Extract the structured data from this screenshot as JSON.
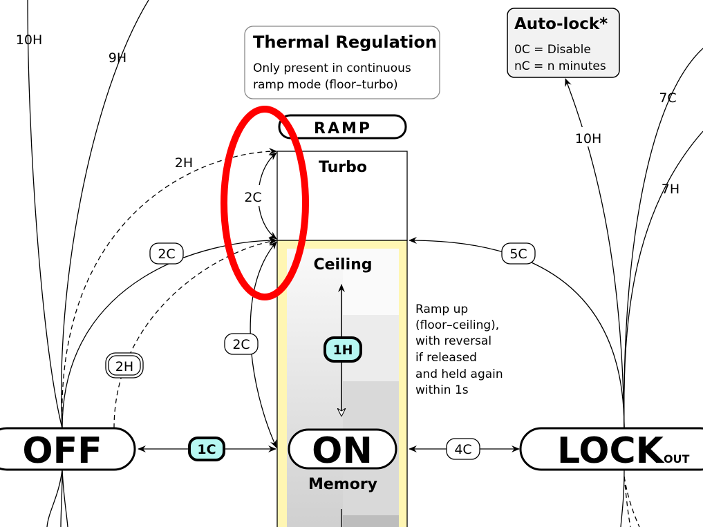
{
  "colors": {
    "highlight": "#b6f7f2",
    "ramp_band": "#fff6b3",
    "annotation": "#ff0000"
  },
  "thermal": {
    "title": "Thermal Regulation",
    "line1": "Only present in continuous",
    "line2": "ramp mode (floor–turbo)"
  },
  "autolock": {
    "title": "Auto-lock*",
    "line1": "0C = Disable",
    "line2": "nC = n minutes"
  },
  "ramp": {
    "label": "RAMP",
    "turbo": "Turbo",
    "ceiling": "Ceiling",
    "memory": "Memory",
    "note": [
      "Ramp up",
      "(floor–ceiling),",
      "with reversal",
      "if released",
      "and held again",
      "within 1s"
    ]
  },
  "states": {
    "off": "OFF",
    "on": "ON",
    "lock": "LOCK",
    "lock_sub": "OUT"
  },
  "actions": {
    "off_10h": "10H",
    "off_9h": "9H",
    "off_to_turbo": "2H",
    "off_to_ceiling_2c": "2C",
    "off_to_ceiling_2h": "2H",
    "on_to_ceiling": "2C",
    "ceiling_turbo": "2C",
    "off_on": "1C",
    "on_lock": "4C",
    "lock_to_ceiling": "5C",
    "ramp_hold": "1H",
    "lock_autolock": "10H",
    "lock_7c": "7C",
    "lock_7h": "7H"
  }
}
